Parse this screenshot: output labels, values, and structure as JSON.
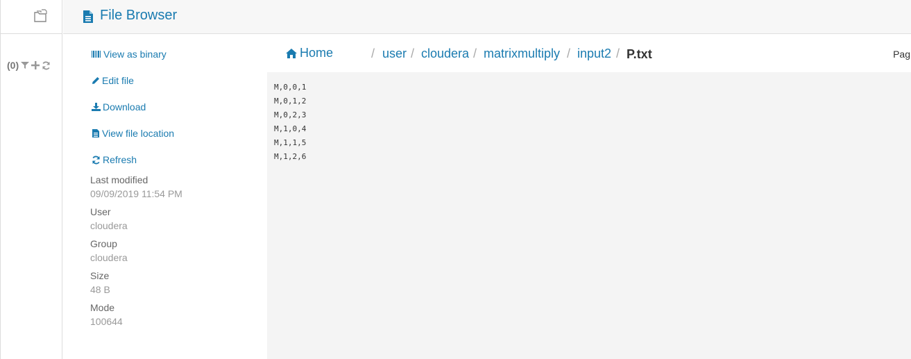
{
  "header": {
    "title": "File Browser",
    "title_color": "#1a7bb0"
  },
  "left_panel": {
    "count": "(0)",
    "icons": [
      "folder-open-icon",
      "filter-icon",
      "plus-icon",
      "refresh-icon"
    ]
  },
  "sidebar": {
    "actions": [
      {
        "label": "View as binary",
        "icon": "binary-icon"
      },
      {
        "label": "Edit file",
        "icon": "pencil-icon"
      },
      {
        "label": "Download",
        "icon": "download-icon"
      },
      {
        "label": "View file location",
        "icon": "file-icon"
      },
      {
        "label": "Refresh",
        "icon": "refresh-icon"
      }
    ],
    "meta": [
      {
        "label": "Last modified",
        "value": "09/09/2019 11:54 PM"
      },
      {
        "label": "User",
        "value": "cloudera"
      },
      {
        "label": "Group",
        "value": "cloudera"
      },
      {
        "label": "Size",
        "value": "48 B"
      },
      {
        "label": "Mode",
        "value": "100644"
      }
    ]
  },
  "breadcrumb": {
    "home": "Home",
    "separator": "/",
    "parts": [
      "user",
      "cloudera",
      "matrixmultiply",
      "input2"
    ],
    "current": "P.txt"
  },
  "pager": {
    "label": "Pag"
  },
  "file": {
    "content": "M,0,0,1\nM,0,1,2\nM,0,2,3\nM,1,0,4\nM,1,1,5\nM,1,2,6"
  }
}
